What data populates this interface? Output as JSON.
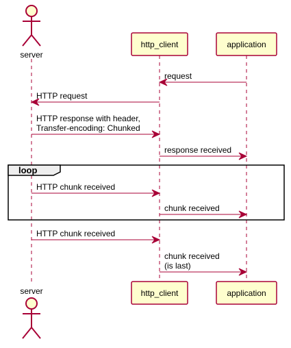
{
  "colors": {
    "participant_fill": "#FEFECE",
    "participant_border": "#A80036",
    "arrow": "#A80036",
    "lifeline": "#A80036",
    "loop_border": "#000000",
    "loop_tab_fill": "#EEEEEE",
    "text": "#000000"
  },
  "participants": [
    {
      "id": "server",
      "label": "server",
      "kind": "actor",
      "icon": "actor-stick-figure-icon"
    },
    {
      "id": "http_client",
      "label": "http_client",
      "kind": "box"
    },
    {
      "id": "application",
      "label": "application",
      "kind": "box"
    }
  ],
  "messages": [
    {
      "from": "application",
      "to": "http_client",
      "lines": [
        "request"
      ]
    },
    {
      "from": "http_client",
      "to": "server",
      "lines": [
        "HTTP request"
      ]
    },
    {
      "from": "server",
      "to": "http_client",
      "lines": [
        "HTTP response with header,",
        "Transfer-encoding: Chunked"
      ]
    },
    {
      "from": "http_client",
      "to": "application",
      "lines": [
        "response received"
      ]
    },
    {
      "from": "server",
      "to": "http_client",
      "lines": [
        "HTTP chunk received"
      ],
      "in_loop": true
    },
    {
      "from": "http_client",
      "to": "application",
      "lines": [
        "chunk received"
      ],
      "in_loop": true
    },
    {
      "from": "server",
      "to": "http_client",
      "lines": [
        "HTTP chunk received"
      ]
    },
    {
      "from": "http_client",
      "to": "application",
      "lines": [
        "chunk received",
        "(is last)"
      ]
    }
  ],
  "loop": {
    "label": "loop"
  }
}
